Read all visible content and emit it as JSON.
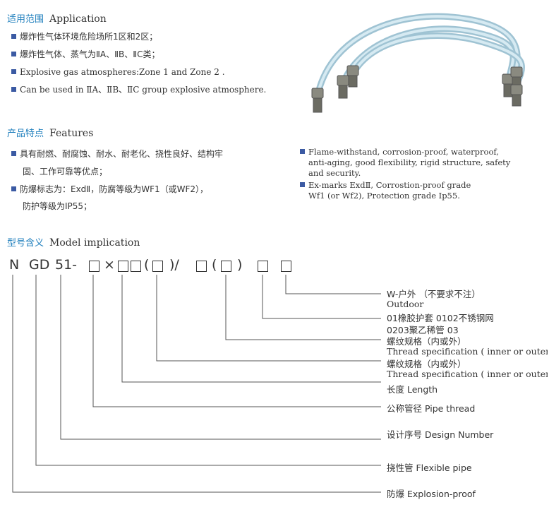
{
  "application": {
    "title_cn": "适用范围",
    "title_en": "Application",
    "items": [
      "爆炸性气体环境危险场所1区和2区；",
      "爆炸性气体、蒸气为ⅡA、ⅡB、ⅡC类；",
      "Explosive gas atmospheres:Zone 1 and Zone 2 .",
      "Can be used in ⅡA、ⅡB、ⅡC group explosive atmosphere."
    ]
  },
  "features": {
    "title_cn": "产品特点",
    "title_en": "Features",
    "left": [
      "具有耐燃、耐腐蚀、耐水、耐老化、挠性良好、结构牢",
      "固、工作可靠等优点；",
      "防爆标志为：ExdⅡ，防腐等级为WF1（或WF2），",
      "防护等级为IP55；"
    ],
    "right": [
      "Flame-withstand, corrosion-proof, waterproof,",
      "anti-aging, good flexibility, rigid structure, safety",
      "and security.",
      "Ex-marks ExdⅡ, Corrostion-proof grade",
      "Wf1 (or Wf2), Protection grade Ip55."
    ]
  },
  "model": {
    "title_cn": "型号含义",
    "title_en": "Model implication",
    "code": {
      "n": "N",
      "gd": "GD",
      "num": "51-",
      "x": "×",
      "lp1": "(",
      "rp1": ")/",
      "lp2": "(",
      "rp2": ")"
    },
    "labels": [
      "W-户外 （不要求不注）",
      "Outdoor",
      "01橡胶护套 0102不锈钢网",
      "0203聚乙稀管 03",
      "螺纹规格（内或外）",
      "Thread specification ( inner or outer",
      "螺纹规格（内或外）",
      "Thread specification ( inner or outer",
      "长度 Length",
      "公称管径 Pipe thread",
      "设计序号 Design Number",
      "挠性管 Flexible pipe",
      "防爆 Explosion-proof"
    ]
  },
  "colors": {
    "accent": "#1f7fbd",
    "bullet": "#3b5aa3",
    "hose": "#b9d6e2"
  }
}
